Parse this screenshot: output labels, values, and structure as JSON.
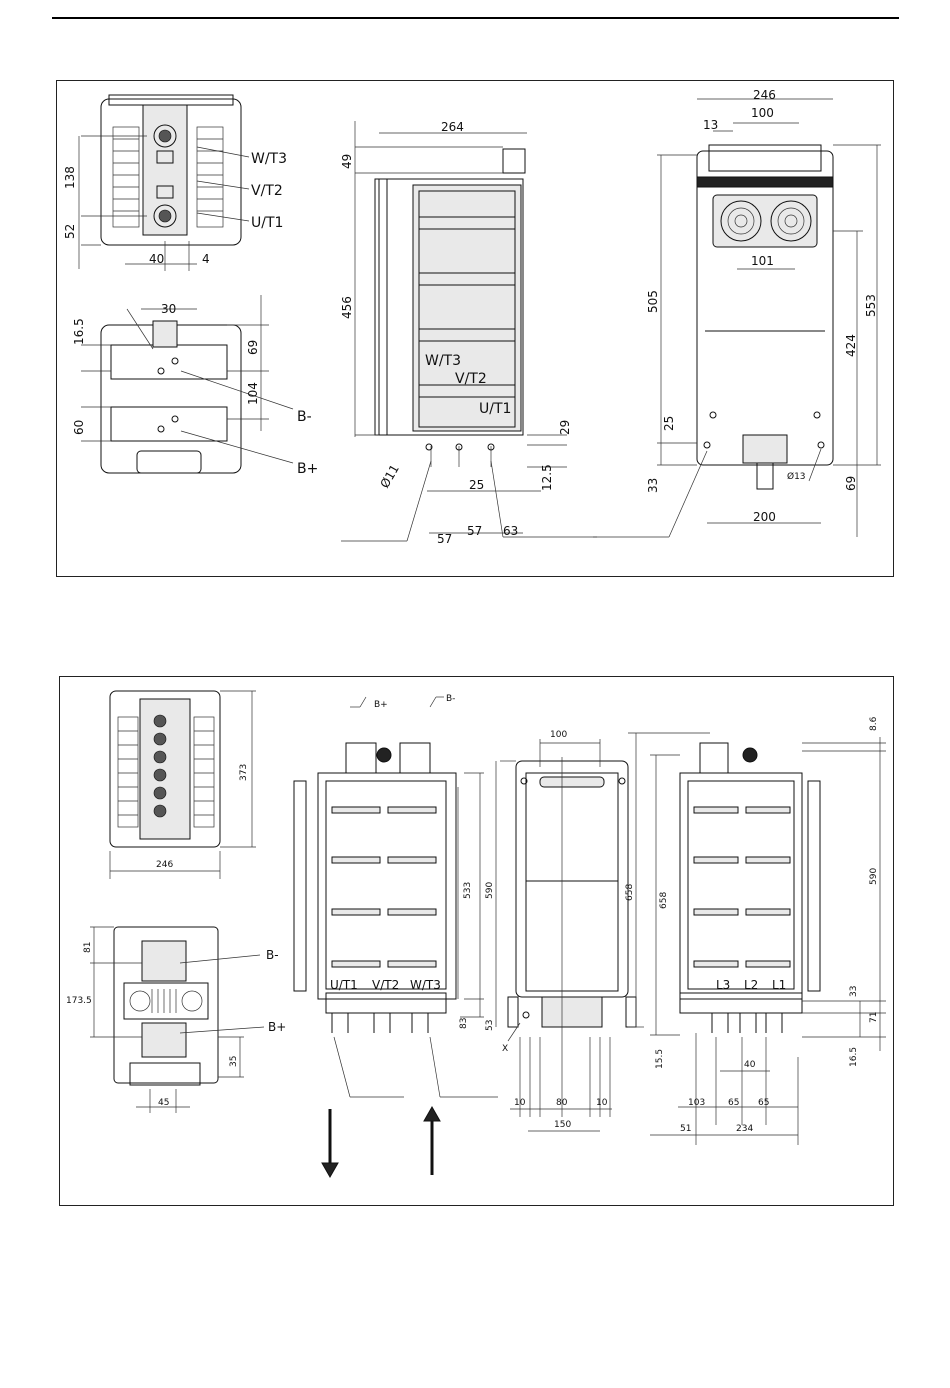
{
  "top_drawing": {
    "dims": {
      "d138": "138",
      "d52": "52",
      "d40": "40",
      "d4": "4",
      "d30": "30",
      "d16_5": "16.5",
      "d69a": "69",
      "d104": "104",
      "d60": "60",
      "d264": "264",
      "d49": "49",
      "d456": "456",
      "d29": "29",
      "d12_5": "12.5",
      "d25a": "25",
      "d11": "Ø11",
      "d57a": "57",
      "d57b": "57",
      "d63": "63",
      "d246": "246",
      "d100": "100",
      "d13": "13",
      "d101": "101",
      "d505": "505",
      "d553": "553",
      "d424": "424",
      "d25b": "25",
      "d33": "33",
      "d13b": "Ø13",
      "d69b": "69",
      "d200": "200"
    },
    "labels": {
      "wt3": "W/T3",
      "vt2": "V/T2",
      "ut1": "U/T1",
      "bminus": "B-",
      "bplus": "B+",
      "wt3b": "W/T3",
      "vt2b": "V/T2",
      "ut1b": "U/T1"
    }
  },
  "bottom_drawing": {
    "dims": {
      "d373": "373",
      "d246": "246",
      "d81": "81",
      "d173_5": "173.5",
      "d35": "35",
      "d45": "45",
      "d533": "533",
      "d590a": "590",
      "d83": "83",
      "d53": "53",
      "x": "X",
      "d100": "100",
      "d658a": "658",
      "d10a": "10",
      "d80": "80",
      "d10b": "10",
      "d150": "150",
      "d658b": "658",
      "d8_6": "8.6",
      "d590b": "590",
      "d33": "33",
      "d71": "71",
      "d16_5": "16.5",
      "d15_5": "15.5",
      "d103": "103",
      "d65a": "65",
      "d65b": "65",
      "d40": "40",
      "d51": "51",
      "d234": "234"
    },
    "labels": {
      "bplus_top": "B+",
      "bminus_top": "B-",
      "bminus": "B-",
      "bplus": "B+",
      "ut1": "U/T1",
      "vt2": "V/T2",
      "wt3": "W/T3",
      "l3": "L3",
      "l2": "L2",
      "l1": "L1"
    }
  }
}
